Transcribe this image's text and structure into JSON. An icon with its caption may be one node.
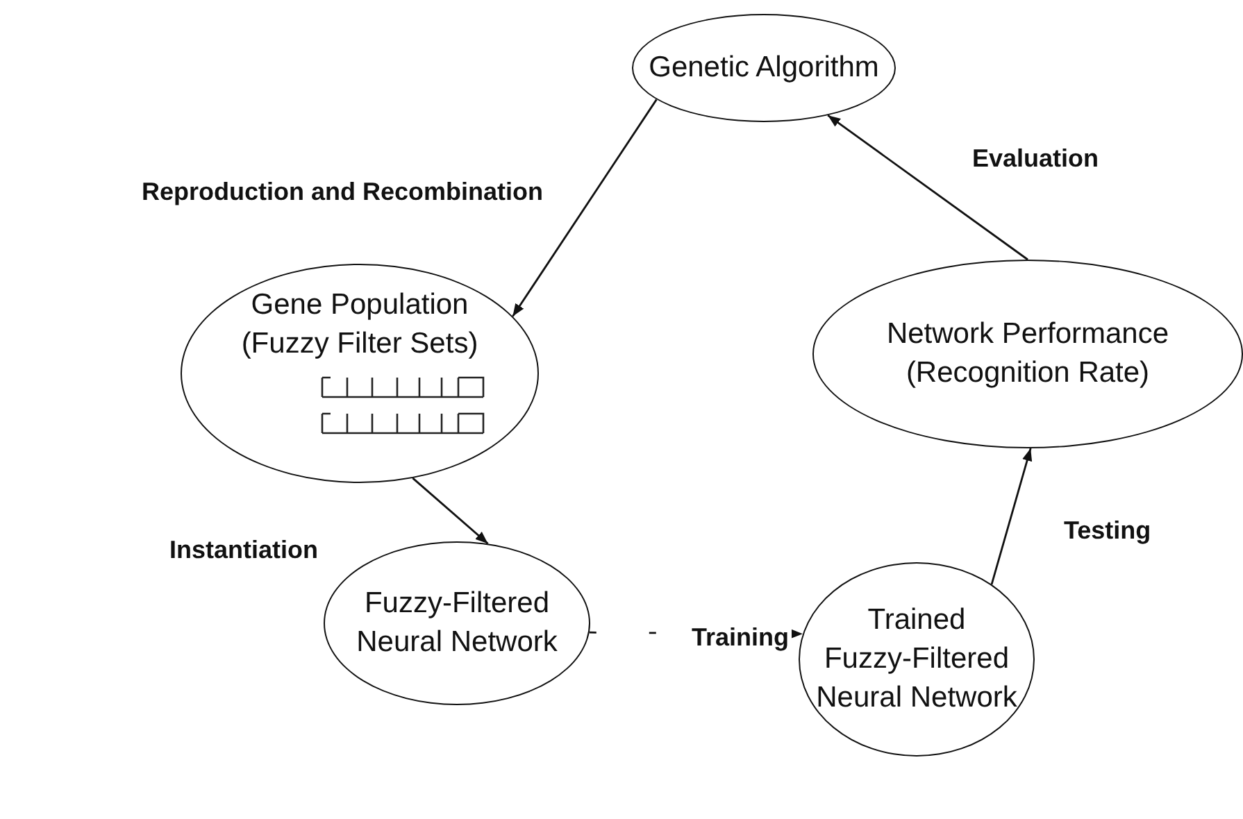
{
  "diagram": {
    "nodes": [
      {
        "text": [
          "Genetic Algorithm"
        ]
      },
      {
        "text": [
          "Gene Population (Fuzzy Filter Sets)"
        ]
      },
      {
        "text": [
          "Fuzzy-Filtered Neural Network"
        ]
      },
      {
        "text": [
          "Trained Fuzzy-Filtered Neural Network"
        ]
      },
      {
        "text": [
          "Network Performance (Recognition Rate)"
        ]
      }
    ],
    "edges": [
      {
        "from": 0,
        "to": 1,
        "arrow": "to",
        "label": "Reproduction and Recombination"
      },
      {
        "from": 1,
        "to": 2,
        "arrow": "to",
        "label": "Instantiation"
      },
      {
        "from": 2,
        "to": 3,
        "arrow": "to",
        "label": "Training",
        "style": "dashed"
      },
      {
        "from": 3,
        "to": 4,
        "arrow": "to",
        "label": "Testing"
      },
      {
        "from": 4,
        "to": 0,
        "arrow": "to",
        "label": "Evaluation"
      }
    ]
  }
}
